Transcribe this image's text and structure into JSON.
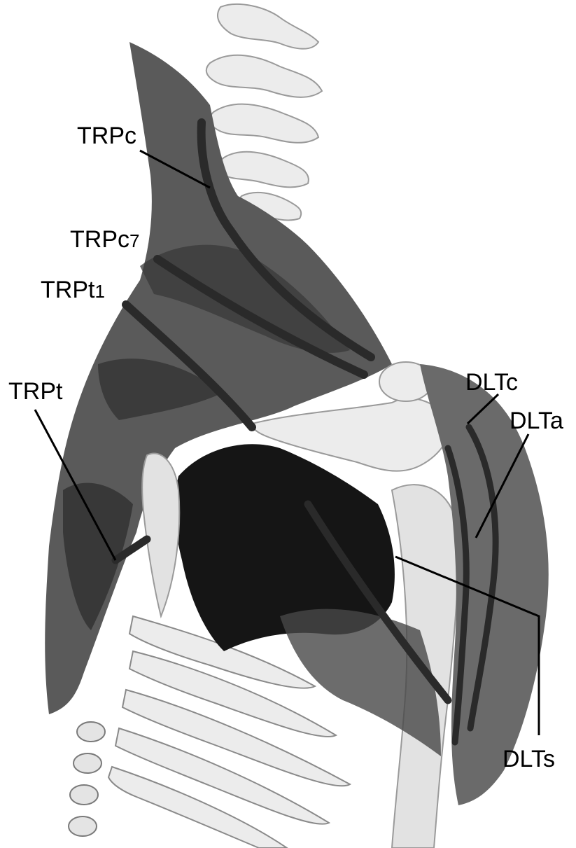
{
  "labels": {
    "trpc": "TRPc",
    "trpc7_main": "TRPc",
    "trpc7_sub": "7",
    "trpt1_main": "TRPt",
    "trpt1_sub": "1",
    "trpt": "TRPt",
    "dltc": "DLTc",
    "dlta": "DLTa",
    "dlts": "DLTs"
  },
  "colors": {
    "background": "#ffffff",
    "muscle": "#5a5a5a",
    "muscle_dark": "#3a3a3a",
    "muscle_black": "#151515",
    "bone": "#ececec",
    "bone_shade": "#bdbdbd",
    "tendon_line": "#2a2a2a",
    "text": "#000000"
  }
}
